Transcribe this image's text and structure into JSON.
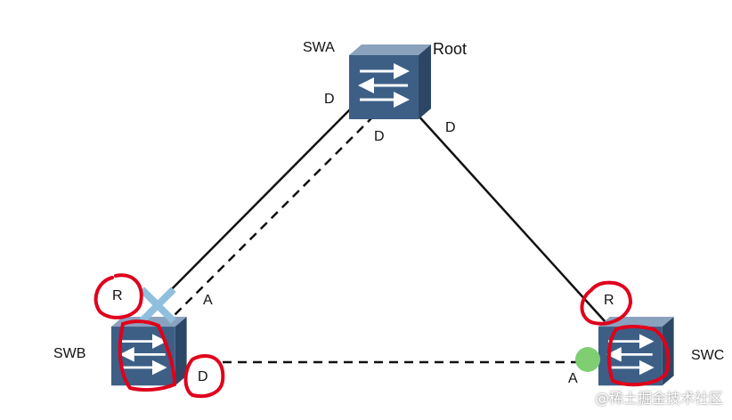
{
  "switches": {
    "swa": {
      "name": "SWA",
      "role": "Root"
    },
    "swb": {
      "name": "SWB"
    },
    "swc": {
      "name": "SWC"
    }
  },
  "ports": {
    "swa_left": "D",
    "swa_left_dashed": "D",
    "swa_right": "D",
    "swb_top": "R",
    "swb_top_alt": "A",
    "swb_right": "D",
    "swc_top": "R",
    "swc_left": "A"
  },
  "watermark": "@稀土掘金技术社区",
  "colors": {
    "switch_body": "#3d5f86",
    "switch_top": "#7f97b3",
    "switch_side": "#2c4766",
    "link": "#111111",
    "annotation_red": "#e0001b",
    "blocked_x": "#8fbfdc",
    "green_dot": "#7fcf72"
  },
  "icons": {
    "switch": "switch-icon",
    "blocked": "blocked-x-icon",
    "forwarding": "forwarding-dot-icon"
  }
}
